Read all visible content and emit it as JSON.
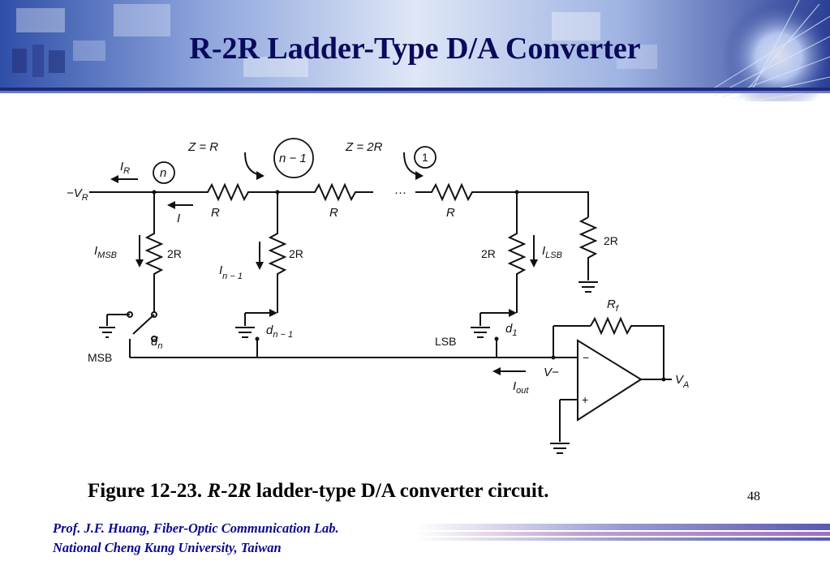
{
  "slide": {
    "title": "R-2R Ladder-Type D/A Converter",
    "page_number": "48"
  },
  "figure": {
    "caption_prefix": "Figure 12-23. ",
    "caption_r1": "R",
    "caption_mid": "-2",
    "caption_r2": "R",
    "caption_suffix": " ladder-type D/A converter circuit."
  },
  "circuit_labels": {
    "vr": "−V",
    "vr_sub": "R",
    "ir": "I",
    "ir_sub": "R",
    "node_n": "n",
    "node_n_minus_1": "n − 1",
    "node_1": "1",
    "z_r": "Z = R",
    "z_2r": "Z = 2R",
    "current_i": "I",
    "r1": "R",
    "r2": "R",
    "r3": "R",
    "dots": "···",
    "i_msb": "I",
    "i_msb_sub": "MSB",
    "r_2r_1": "2R",
    "i_n1": "I",
    "i_n1_sub": "n − 1",
    "r_2r_2": "2R",
    "r_2r_3": "2R",
    "i_lsb": "I",
    "i_lsb_sub": "LSB",
    "r_2r_4": "2R",
    "dn": "d",
    "dn_sub": "n",
    "dn1": "d",
    "dn1_sub": "n − 1",
    "d1": "d",
    "d1_sub": "1",
    "msb": "MSB",
    "lsb": "LSB",
    "rf": "R",
    "rf_sub": "f",
    "v_minus": "V−",
    "i_out": "I",
    "i_out_sub": "out",
    "va": "V",
    "va_sub": "A",
    "opamp_minus": "−",
    "opamp_plus": "+"
  },
  "footer": {
    "line1": "Prof. J.F. Huang, Fiber-Optic Communication Lab.",
    "line2": "National Cheng Kung University, Taiwan"
  },
  "colors": {
    "title": "#0a0a5c",
    "banner_blue": "#3a5cc0",
    "footer_text": "#0a0a8c",
    "footer_stripe": "#6060b0"
  }
}
